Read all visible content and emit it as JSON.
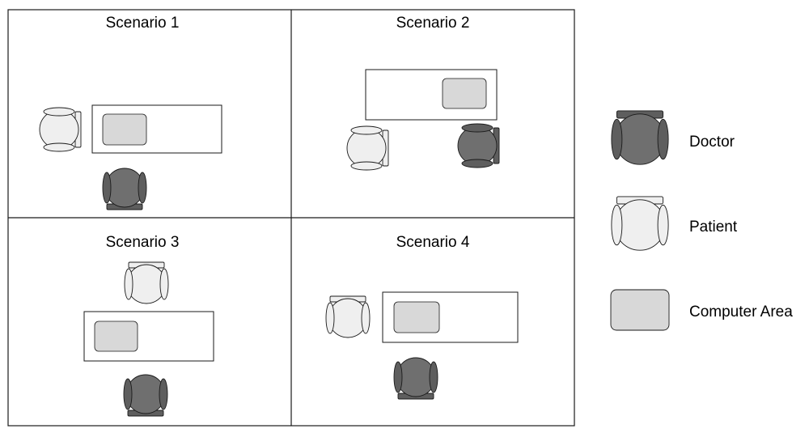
{
  "colors": {
    "doctor": "#6f6f6f",
    "doctor_dark": "#5e5e5e",
    "patient": "#efefef",
    "computer_area": "#d8d8d8",
    "stroke": "#1a1a1a"
  },
  "scenarios": [
    {
      "title": "Scenario 1"
    },
    {
      "title": "Scenario 2"
    },
    {
      "title": "Scenario 3"
    },
    {
      "title": "Scenario 4"
    }
  ],
  "legend": {
    "doctor": {
      "label": "Doctor",
      "icon": "doctor-chair-icon"
    },
    "patient": {
      "label": "Patient",
      "icon": "patient-chair-icon"
    },
    "computer": {
      "label": "Computer Area",
      "icon": "computer-area-icon"
    }
  }
}
